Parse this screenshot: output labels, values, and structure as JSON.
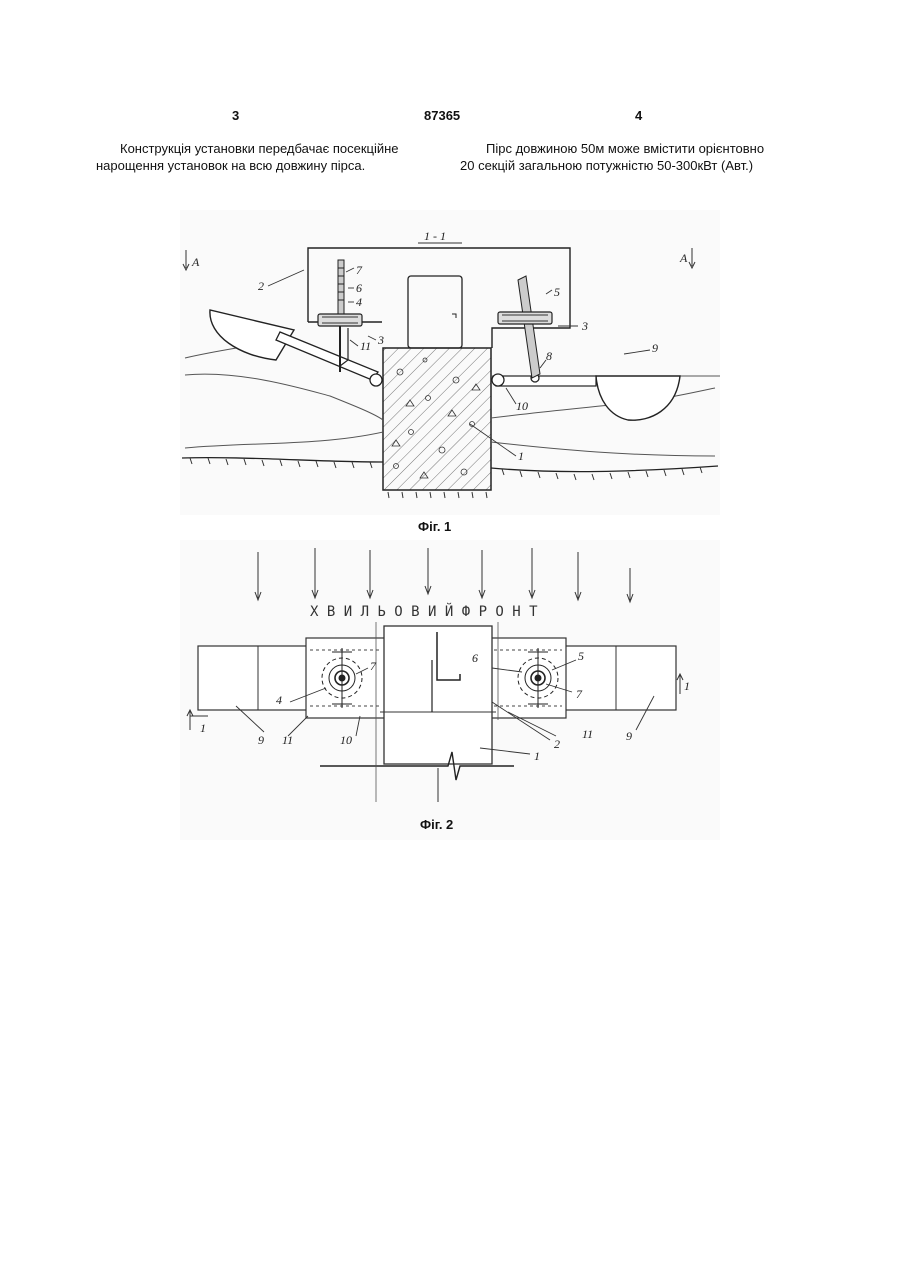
{
  "header": {
    "page_left": "3",
    "patent_number": "87365",
    "page_right": "4"
  },
  "text": {
    "left_line1": "Конструкція установки передбачає посекційне",
    "left_line2": "нарощення установок на всю довжину пірса.",
    "right_line1": "Пірс довжиною 50м може вмістити орієнтовно",
    "right_line2": "20 секцій загальною потужністю 50-300кВт (Авт.)"
  },
  "fig1": {
    "caption": "Фіг. 1",
    "section_label": "1 - 1",
    "view_left": "A",
    "view_right": "A",
    "labels": {
      "l1": "1",
      "l2": "2",
      "l3a": "3",
      "l3b": "3",
      "l4": "4",
      "l5": "5",
      "l6": "6",
      "l7": "7",
      "l8": "8",
      "l9": "9",
      "l10": "10",
      "l11": "11"
    }
  },
  "fig2": {
    "caption": "Фіг. 2",
    "wave_front": "Х В И Л Ь О В И Й   Ф Р О Н Т",
    "section_left": "1",
    "section_right": "1",
    "labels": {
      "l9a": "9",
      "l11a": "11",
      "l4": "4",
      "l7a": "7",
      "l10": "10",
      "l6": "6",
      "l5": "5",
      "l7b": "7",
      "l2": "2",
      "l11b": "11",
      "l9b": "9",
      "l1": "1"
    }
  }
}
